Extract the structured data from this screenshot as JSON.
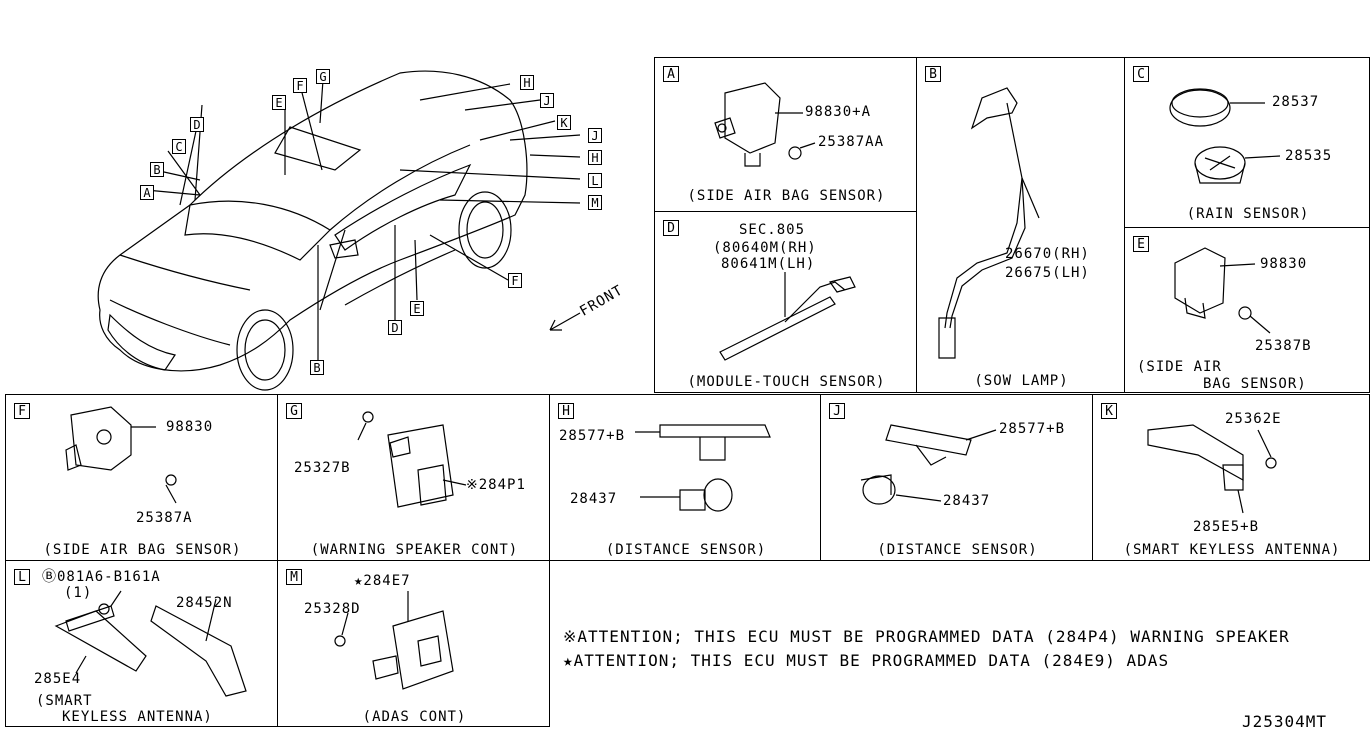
{
  "callouts": [
    "G",
    "F",
    "E",
    "D",
    "C",
    "B",
    "A",
    "H",
    "J",
    "K",
    "J",
    "H",
    "L",
    "M",
    "F",
    "E",
    "D",
    "B"
  ],
  "front_label": "FRONT",
  "panels": {
    "A": {
      "letter": "A",
      "parts": [
        "98830+A",
        "25387AA"
      ],
      "caption": "(SIDE AIR BAG SENSOR)"
    },
    "B": {
      "letter": "B",
      "parts": [
        "26670(RH)",
        "26675(LH)"
      ],
      "caption": "(SOW LAMP)"
    },
    "C": {
      "letter": "C",
      "parts": [
        "28537",
        "28535"
      ],
      "caption": "(RAIN SENSOR)"
    },
    "D": {
      "letter": "D",
      "parts": [
        "SEC.805",
        "(80640M(RH)",
        "80641M(LH)"
      ],
      "caption": "(MODULE-TOUCH SENSOR)"
    },
    "E": {
      "letter": "E",
      "parts": [
        "98830",
        "25387B"
      ],
      "caption_line1": "(SIDE AIR",
      "caption_line2": "BAG SENSOR)"
    },
    "F": {
      "letter": "F",
      "parts": [
        "98830",
        "25387A"
      ],
      "caption": "(SIDE AIR BAG SENSOR)"
    },
    "G": {
      "letter": "G",
      "parts": [
        "25327B",
        "※284P1"
      ],
      "caption": "(WARNING SPEAKER CONT)"
    },
    "H": {
      "letter": "H",
      "parts": [
        "28577+B",
        "28437"
      ],
      "caption": "(DISTANCE SENSOR)"
    },
    "J": {
      "letter": "J",
      "parts": [
        "28577+B",
        "28437"
      ],
      "caption": "(DISTANCE SENSOR)"
    },
    "K": {
      "letter": "K",
      "parts": [
        "25362E",
        "285E5+B"
      ],
      "caption": "(SMART KEYLESS ANTENNA)"
    },
    "L": {
      "letter": "L",
      "parts": [
        "Ⓑ081A6-B161A",
        "(1)",
        "28452N",
        "285E4"
      ],
      "caption_line1": "(SMART",
      "caption_line2": "KEYLESS ANTENNA)"
    },
    "M": {
      "letter": "M",
      "parts": [
        "★284E7",
        "25328D"
      ],
      "caption": "(ADAS CONT)"
    }
  },
  "notes": [
    "※ATTENTION; THIS ECU MUST BE PROGRAMMED DATA (284P4) WARNING SPEAKER",
    "★ATTENTION; THIS ECU MUST BE PROGRAMMED DATA (284E9) ADAS"
  ],
  "diagram_code": "J25304MT"
}
